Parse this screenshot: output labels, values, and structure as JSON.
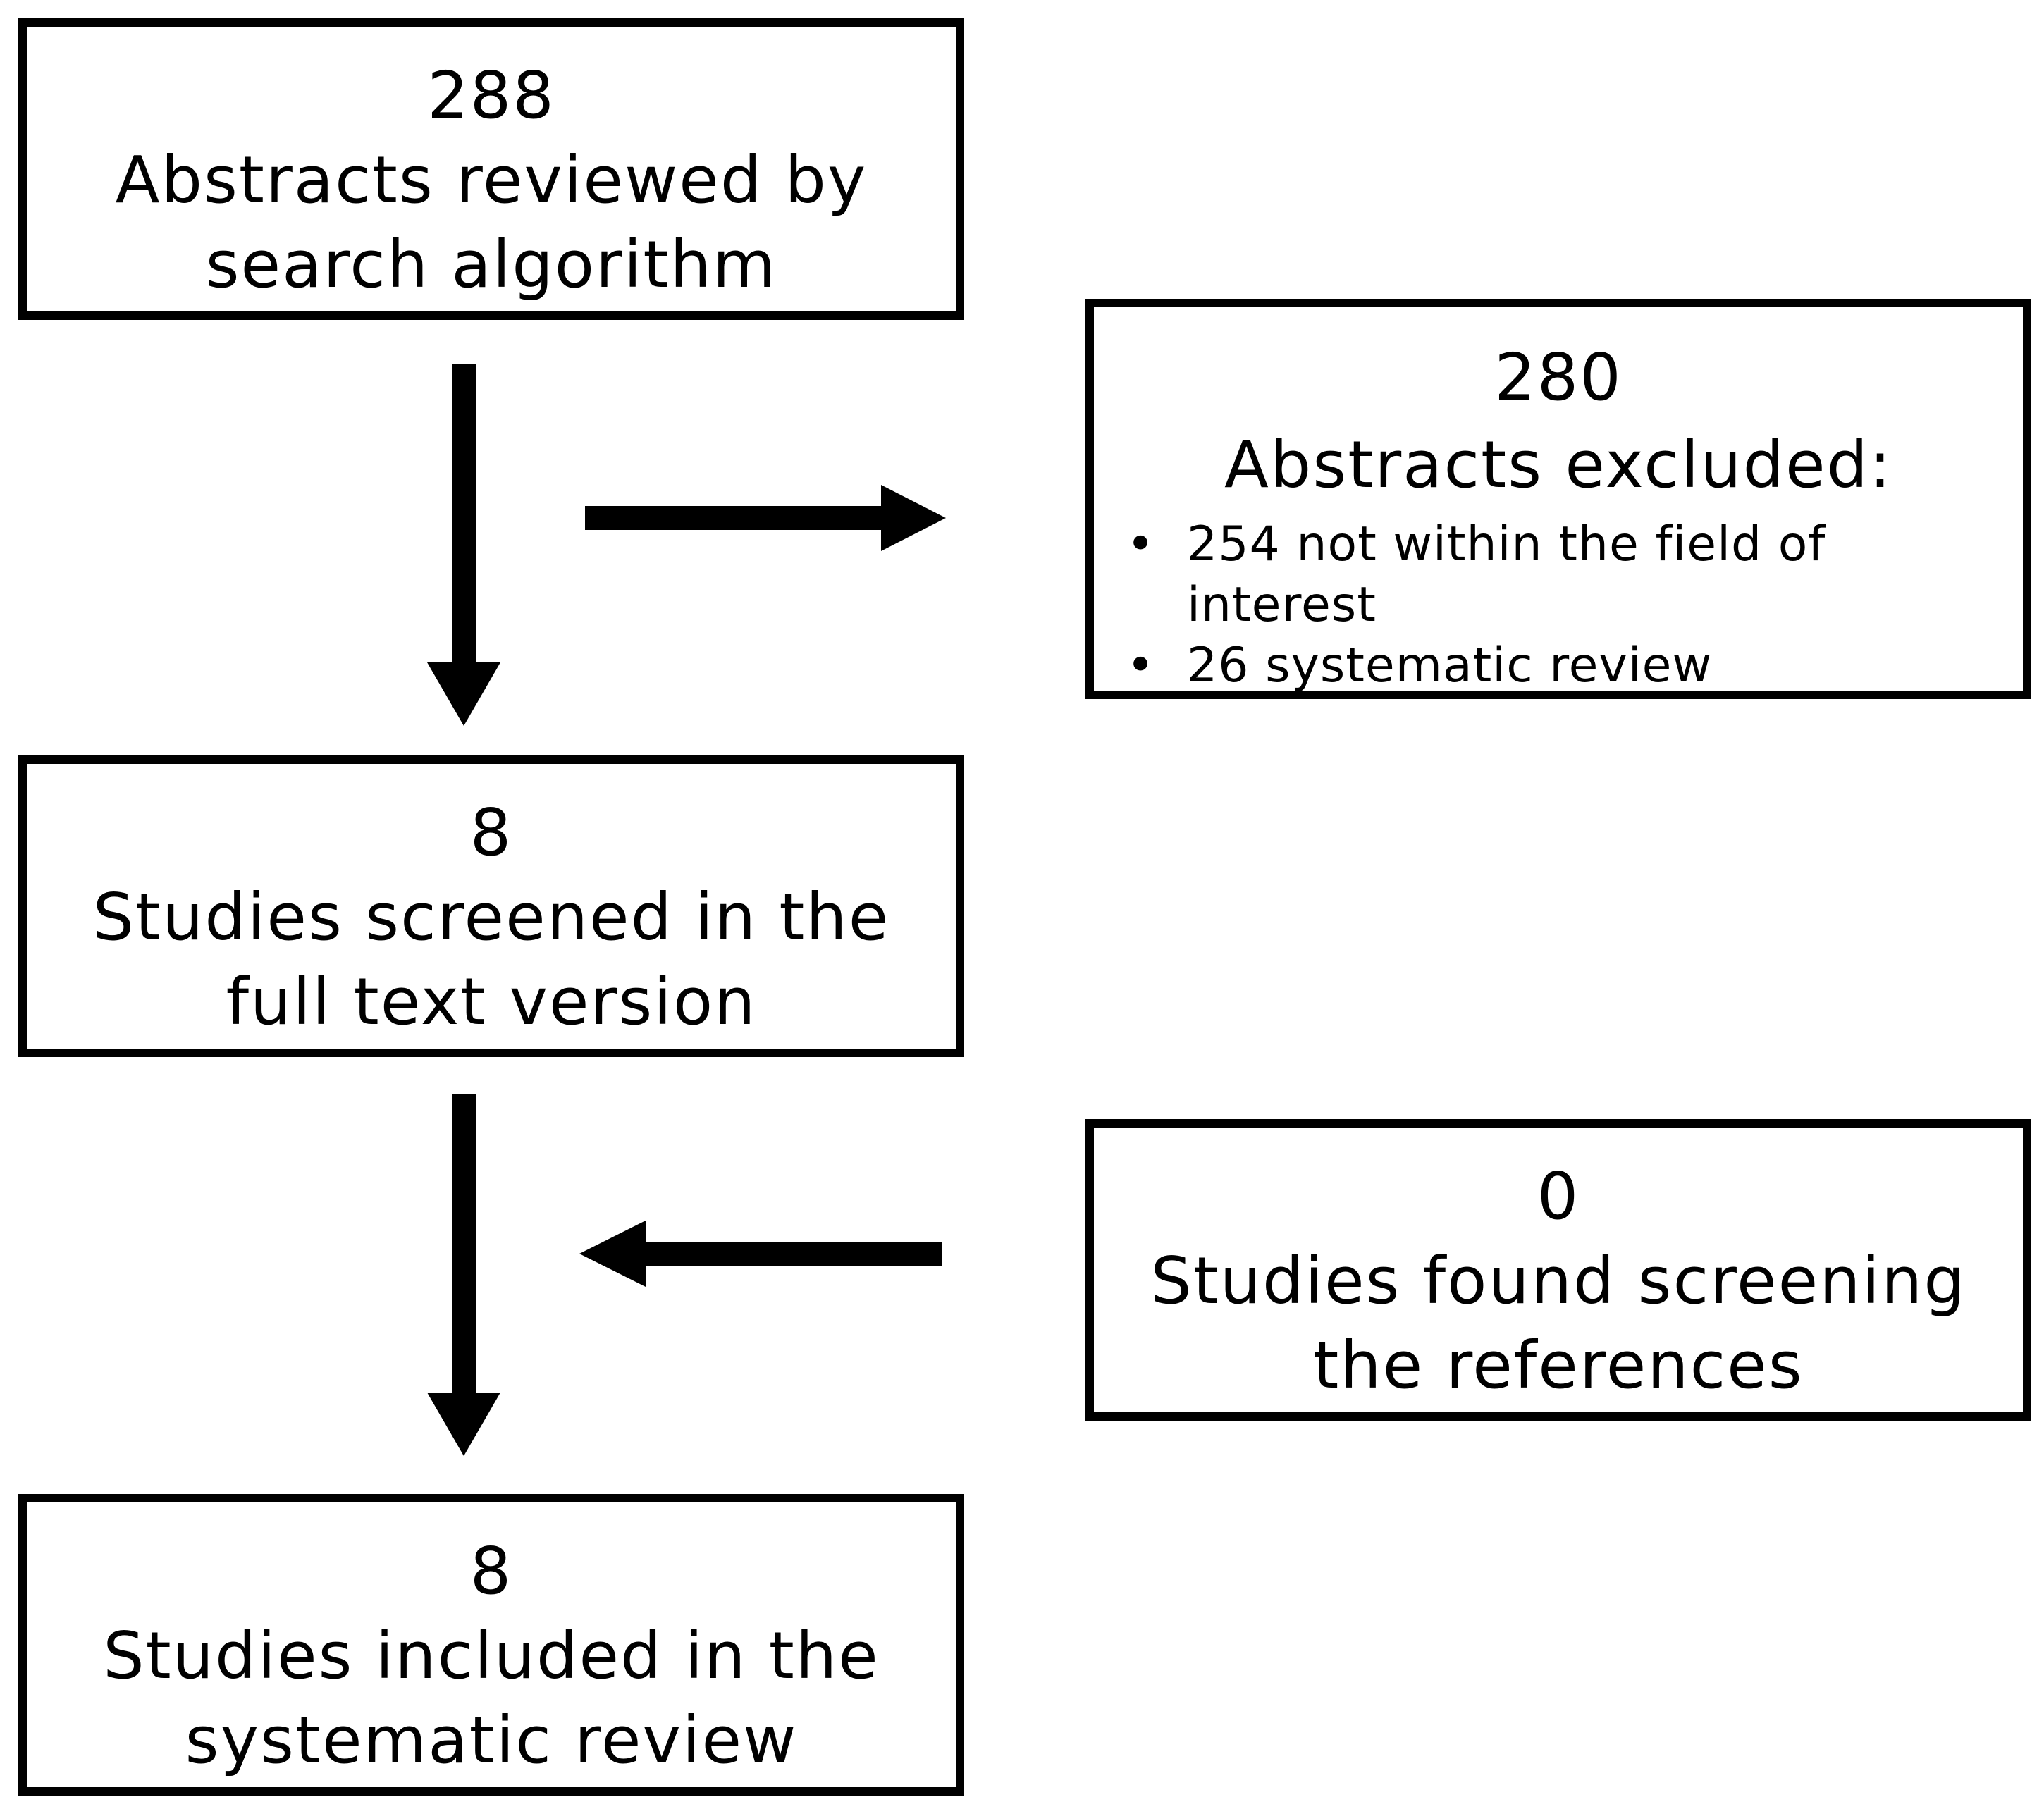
{
  "boxes": {
    "reviewed": {
      "count": "288",
      "label_line1": "Abstracts reviewed by",
      "label_line2": "search algorithm"
    },
    "excluded": {
      "count": "280",
      "label": "Abstracts excluded:",
      "bullet_symbol": "•",
      "items": [
        {
          "line1": "254 not within the field of",
          "line2": "interest"
        },
        {
          "line1": "26 systematic review",
          "line2": ""
        }
      ]
    },
    "screened": {
      "count": "8",
      "label_line1": "Studies screened in the",
      "label_line2": "full text version"
    },
    "references": {
      "count": "0",
      "label_line1": "Studies found screening",
      "label_line2": "the references"
    },
    "included": {
      "count": "8",
      "label_line1": "Studies included in the",
      "label_line2": "systematic review"
    }
  },
  "colors": {
    "stroke": "#000000",
    "background": "#ffffff"
  }
}
